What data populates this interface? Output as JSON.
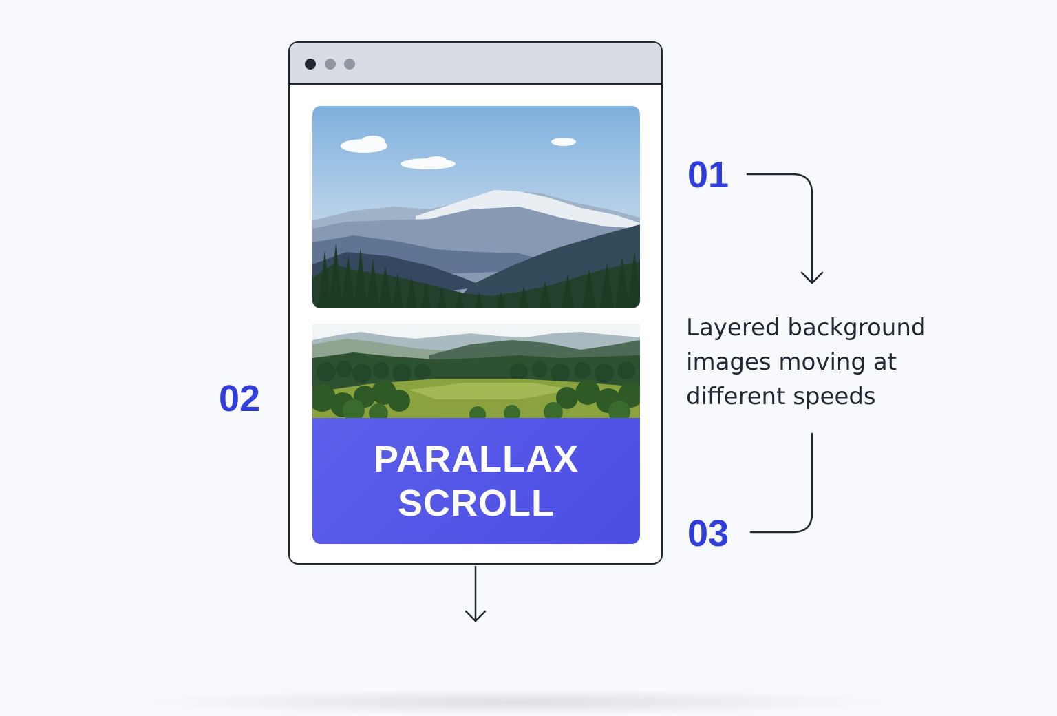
{
  "steps": {
    "step1": "01",
    "step2": "02",
    "step3": "03"
  },
  "browser": {
    "dots": [
      "close-dot",
      "minimize-dot",
      "maximize-dot"
    ]
  },
  "banner": {
    "line1": "PARALLAX",
    "line2": "SCROLL"
  },
  "caption": {
    "line1": "Layered background",
    "line2": "images moving at",
    "line3": "different speeds"
  },
  "colors": {
    "accent": "#2f3ddb",
    "banner": "#5359e8",
    "outline": "#1f2731",
    "background": "#f8f9fd"
  }
}
